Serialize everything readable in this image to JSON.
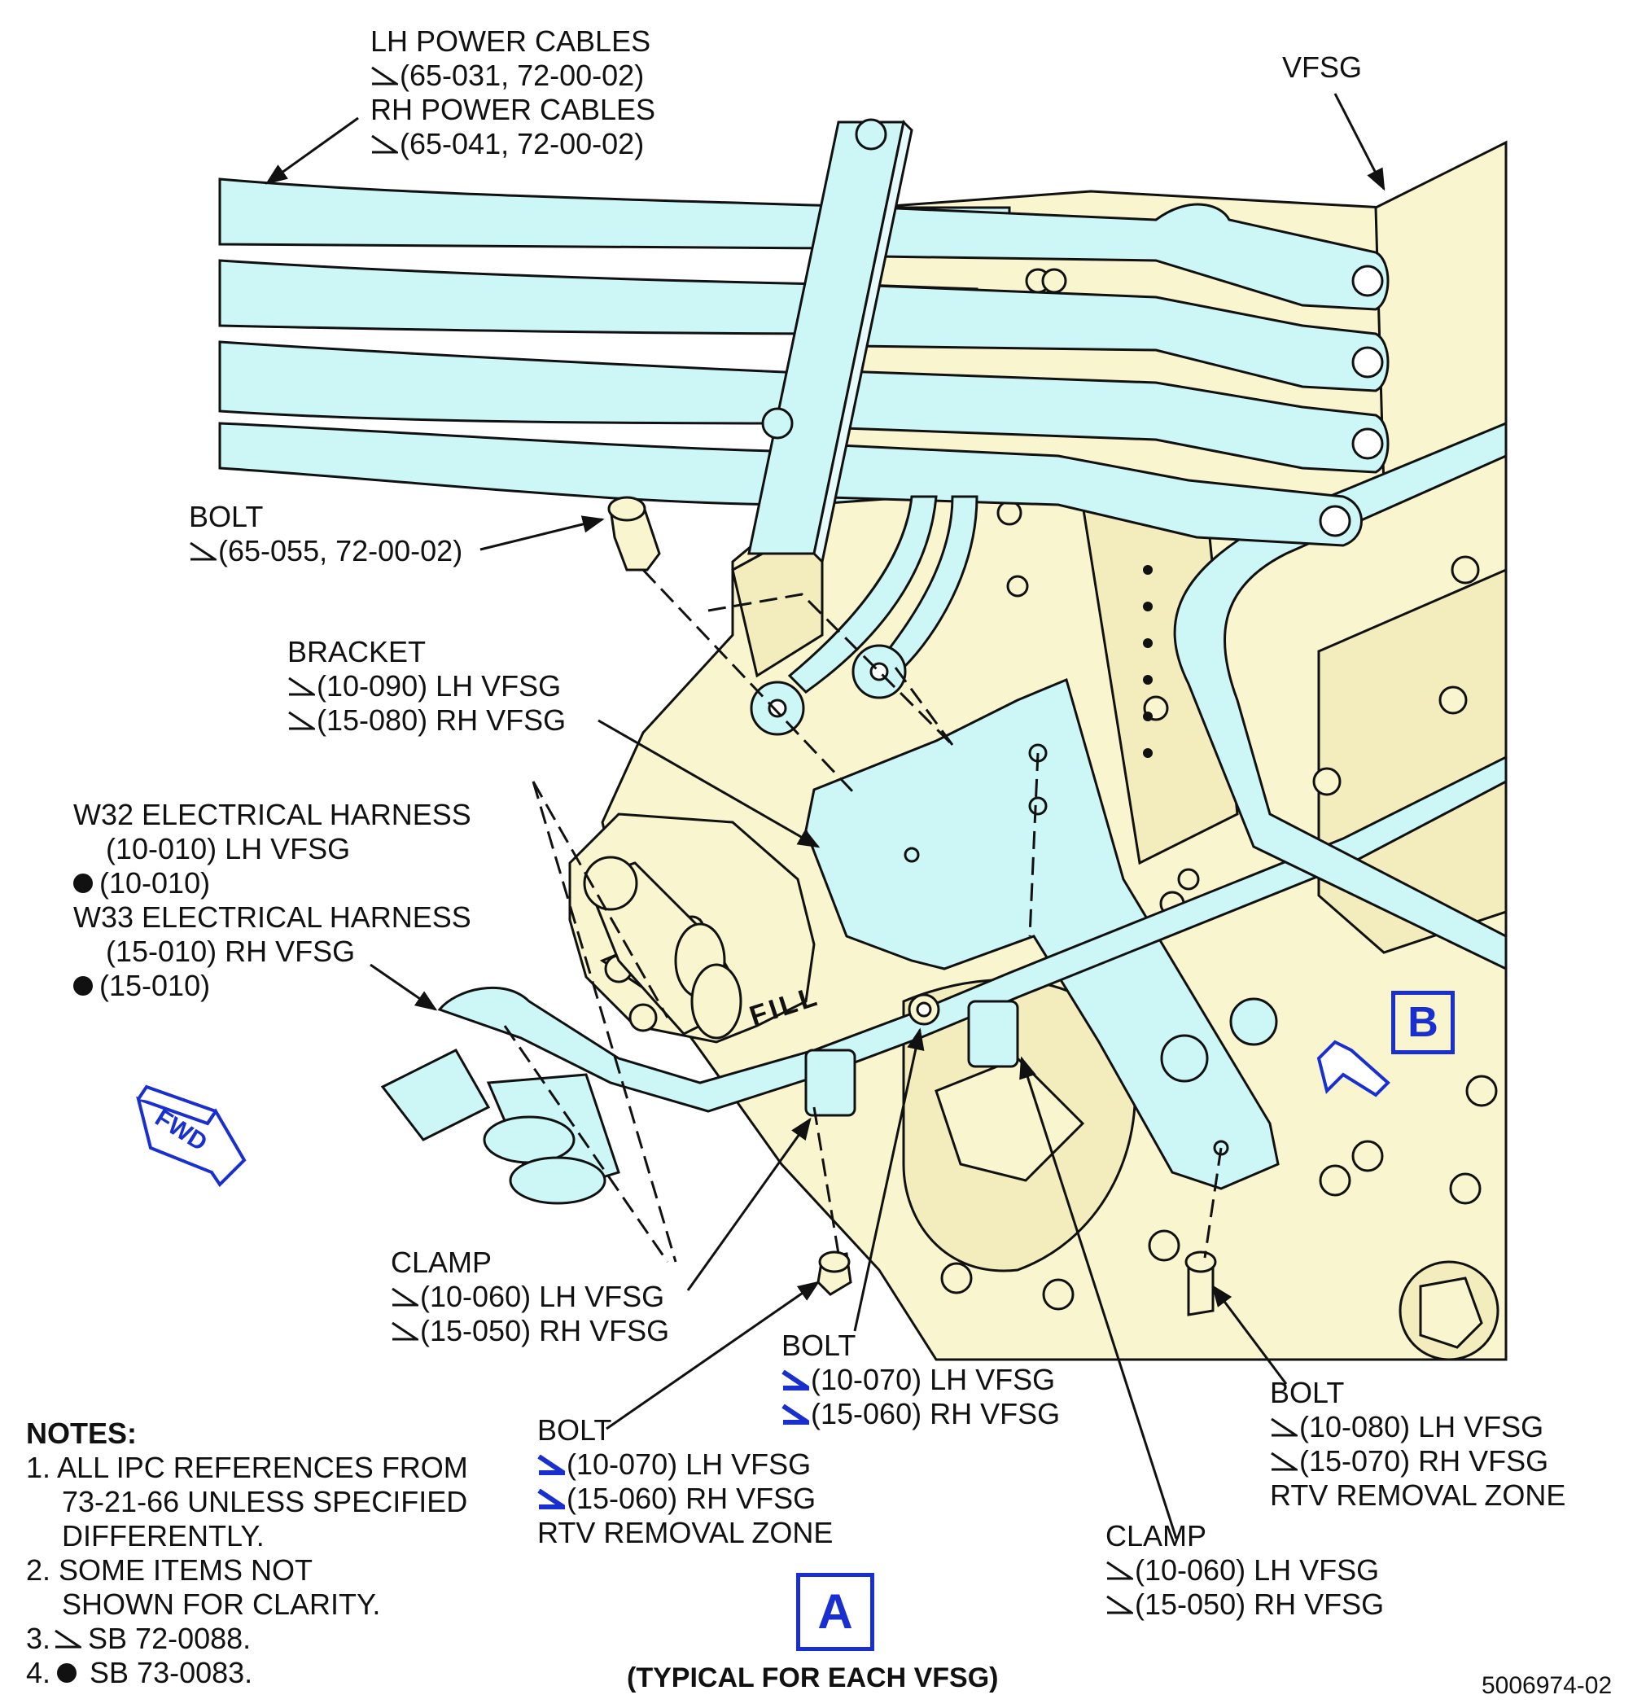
{
  "labels": {
    "power_cables": [
      "LH POWER CABLES",
      "(65-031, 72-00-02)",
      "RH POWER CABLES",
      "(65-041, 72-00-02)"
    ],
    "vfsg": "VFSG",
    "bolt_top": [
      "BOLT",
      "(65-055, 72-00-02)"
    ],
    "bracket": [
      "BRACKET",
      "(10-090) LH VFSG",
      "(15-080) RH VFSG"
    ],
    "harness": [
      "W32 ELECTRICAL HARNESS",
      "(10-010) LH VFSG",
      "(10-010)",
      "W33 ELECTRICAL HARNESS",
      "(15-010) RH VFSG",
      "(15-010)"
    ],
    "fwd": "FWD",
    "fill": "FILL",
    "clamp_left": [
      "CLAMP",
      "(10-060) LH VFSG",
      "(15-050) RH VFSG"
    ],
    "bolt_mid": [
      "BOLT",
      "(10-070) LH VFSG",
      "(15-060) RH VFSG"
    ],
    "bolt_lower": [
      "BOLT",
      "(10-070) LH VFSG",
      "(15-060) RH VFSG",
      "RTV REMOVAL ZONE"
    ],
    "bolt_right": [
      "BOLT",
      "(10-080) LH VFSG",
      "(15-070) RH VFSG",
      "RTV REMOVAL ZONE"
    ],
    "clamp_bottom": [
      "CLAMP",
      "(10-060) LH VFSG",
      "(15-050) RH VFSG"
    ],
    "view_b": "B",
    "view_a": "A",
    "typical": "(TYPICAL FOR EACH VFSG)",
    "figure_number": "5006974-02"
  },
  "notes": {
    "title": "NOTES:",
    "items": [
      [
        "1. ALL IPC REFERENCES FROM",
        "73-21-66 UNLESS SPECIFIED",
        "DIFFERENTLY."
      ],
      [
        "2. SOME ITEMS NOT",
        "SHOWN FOR CLARITY."
      ],
      [
        "3.",
        "SB 72-0088."
      ],
      [
        "4.",
        "SB 73-0083."
      ]
    ]
  },
  "colors": {
    "cable_fill": "#cdf6f7",
    "engine_fill": "#f9f5cf",
    "callout_blue": "#1a2fd0",
    "line": "#111111"
  }
}
